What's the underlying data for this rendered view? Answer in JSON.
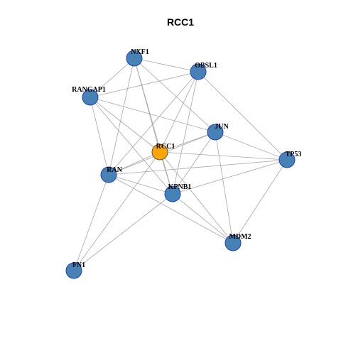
{
  "title": "RCC1",
  "colors": {
    "node": "#4682b4",
    "center_node": "#ffa500",
    "edge": "#a6a6a6"
  },
  "nodes": [
    {
      "id": "NXF1",
      "label": "NXF1"
    },
    {
      "id": "OBSL1",
      "label": "OBSL1"
    },
    {
      "id": "RANGAP1",
      "label": "RANGAP1"
    },
    {
      "id": "JUN",
      "label": "JUN"
    },
    {
      "id": "RCC1",
      "label": "RCC1",
      "center": true
    },
    {
      "id": "TP53",
      "label": "TP53"
    },
    {
      "id": "RAN",
      "label": "RAN"
    },
    {
      "id": "KPNB1",
      "label": "KPNB1"
    },
    {
      "id": "MDM2",
      "label": "MDM2"
    },
    {
      "id": "FN1",
      "label": "FN1"
    }
  ],
  "edges": [
    [
      "NXF1",
      "OBSL1"
    ],
    [
      "NXF1",
      "RANGAP1"
    ],
    [
      "NXF1",
      "RCC1"
    ],
    [
      "NXF1",
      "JUN"
    ],
    [
      "NXF1",
      "RAN"
    ],
    [
      "NXF1",
      "KPNB1"
    ],
    [
      "OBSL1",
      "RANGAP1"
    ],
    [
      "OBSL1",
      "RCC1"
    ],
    [
      "OBSL1",
      "RAN"
    ],
    [
      "OBSL1",
      "KPNB1"
    ],
    [
      "OBSL1",
      "TP53"
    ],
    [
      "RANGAP1",
      "RCC1"
    ],
    [
      "RANGAP1",
      "RAN"
    ],
    [
      "RANGAP1",
      "KPNB1"
    ],
    [
      "RANGAP1",
      "JUN"
    ],
    [
      "JUN",
      "RCC1"
    ],
    [
      "JUN",
      "TP53"
    ],
    [
      "JUN",
      "MDM2"
    ],
    [
      "JUN",
      "KPNB1"
    ],
    [
      "JUN",
      "RAN"
    ],
    [
      "RCC1",
      "TP53"
    ],
    [
      "RCC1",
      "RAN"
    ],
    [
      "RCC1",
      "KPNB1"
    ],
    [
      "RCC1",
      "FN1"
    ],
    [
      "RCC1",
      "MDM2"
    ],
    [
      "TP53",
      "KPNB1"
    ],
    [
      "TP53",
      "MDM2"
    ],
    [
      "TP53",
      "RAN"
    ],
    [
      "RAN",
      "KPNB1"
    ],
    [
      "RAN",
      "MDM2"
    ],
    [
      "RAN",
      "FN1"
    ],
    [
      "KPNB1",
      "FN1"
    ],
    [
      "KPNB1",
      "MDM2"
    ]
  ]
}
